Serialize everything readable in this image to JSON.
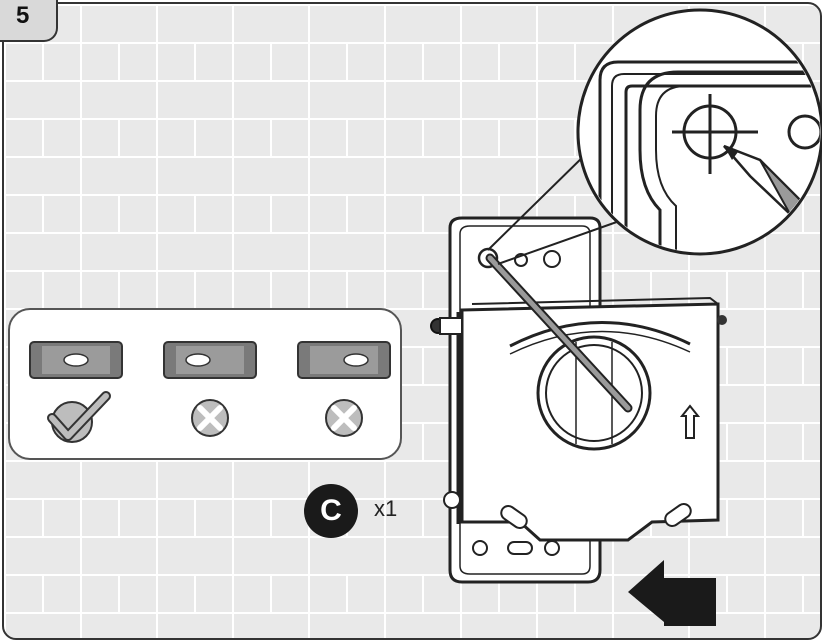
{
  "step": {
    "number": "5"
  },
  "level_checks": [
    {
      "result": "correct"
    },
    {
      "result": "incorrect"
    },
    {
      "result": "incorrect"
    }
  ],
  "part": {
    "letter": "C",
    "quantity": "x1"
  },
  "colors": {
    "ink": "#1a1a1a",
    "level_gray": "#7a7a7a",
    "bubble": "#ffffff",
    "wall": "#e9e9e9"
  }
}
